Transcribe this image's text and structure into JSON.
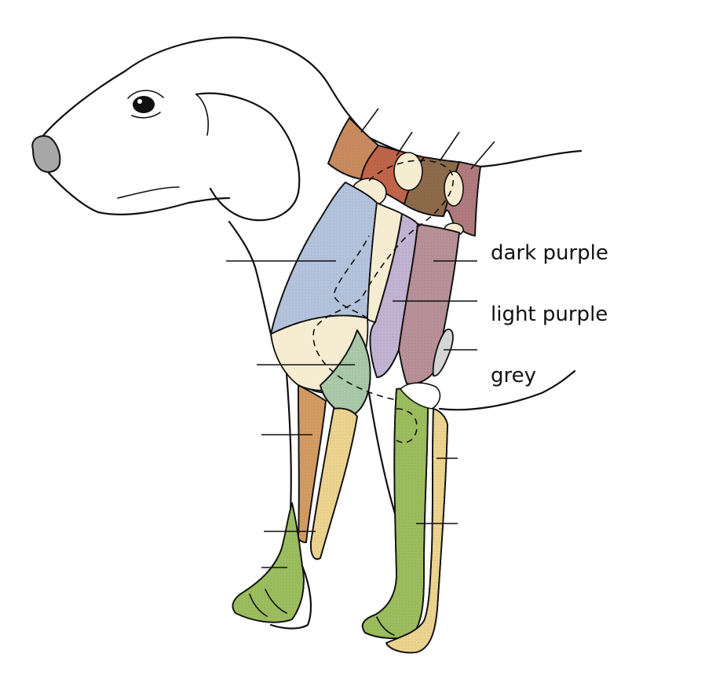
{
  "diagram": {
    "labels": {
      "dark_purple": "dark purple",
      "light_purple": "light purple",
      "grey": "grey"
    },
    "colors": {
      "orange_brown": "#c98b5e",
      "rust": "#c0654a",
      "dark_brown": "#8d6a4a",
      "mauve": "#b07a7e",
      "dark_purple": "#b89097",
      "light_purple": "#c2b3d3",
      "blue": "#b4c3dc",
      "cream": "#f5ecd2",
      "yellow": "#ecd38f",
      "tan": "#d29b63",
      "green": "#9cbd5e",
      "teal_green": "#a9c9a8",
      "grey": "#d5d5d5",
      "nose": "#a7a7a7"
    }
  }
}
